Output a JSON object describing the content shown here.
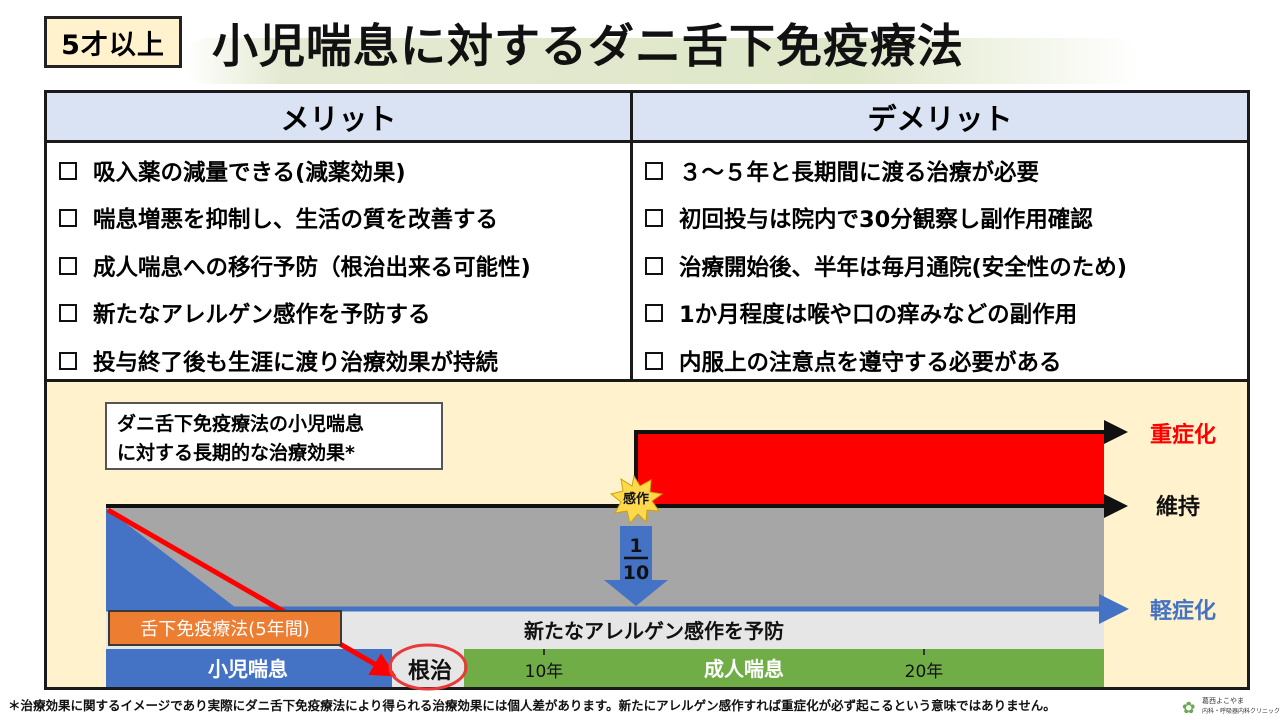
{
  "header": {
    "badge": "5才以上",
    "title": "小児喘息に対するダニ舌下免疫療法"
  },
  "merits": {
    "heading": "メリット",
    "items": [
      "吸入薬の減量できる(減薬効果)",
      "喘息増悪を抑制し、生活の質を改善する",
      "成人喘息への移行予防（根治出来る可能性)",
      "新たなアレルゲン感作を予防する",
      "投与終了後も生涯に渡り治療効果が持続"
    ]
  },
  "demerits": {
    "heading": "デメリット",
    "items": [
      "３～５年と長期間に渡る治療が必要",
      "初回投与は院内で30分観察し副作用確認",
      "治療開始後、半年は毎月通院(安全性のため)",
      "1か月程度は喉や口の痒みなどの副作用",
      "内服上の注意点を遵守する必要がある"
    ]
  },
  "diagram": {
    "caption_line1": "ダニ舌下免疫療法の小児喘息",
    "caption_line2": "に対する長期的な治療効果*",
    "severe_label": "重症化",
    "maintain_label": "維持",
    "mild_label": "軽症化",
    "sensitization_burst": "感作",
    "fraction_numerator": "1",
    "fraction_denominator": "10",
    "treatment_label": "舌下免疫療法(5年間)",
    "prevent_label": "新たなアレルゲン感作を予防",
    "timeline": {
      "child_asthma": "小児喘息",
      "cure": "根治",
      "year10": "10年",
      "adult_asthma": "成人喘息",
      "year20": "20年"
    },
    "colors": {
      "severe": "#ff0000",
      "maintain_area": "#a6a6a6",
      "child_area": "#4472c4",
      "mild_arrow": "#4472c4",
      "treatment": "#ed7d31",
      "adult_band": "#70ad47",
      "background": "#fff2cc"
    }
  },
  "footnote": "＊治療効果に関するイメージであり実際にダニ舌下免疫療法により得られる治療効果には個人差があります。新たにアレルゲン感作すれば重症化が必ず起こるという意味ではありません。",
  "clinic": {
    "name": "葛西よこやま",
    "subtitle": "内科・呼吸器内科クリニック",
    "icon": "leaf-logo-icon"
  }
}
